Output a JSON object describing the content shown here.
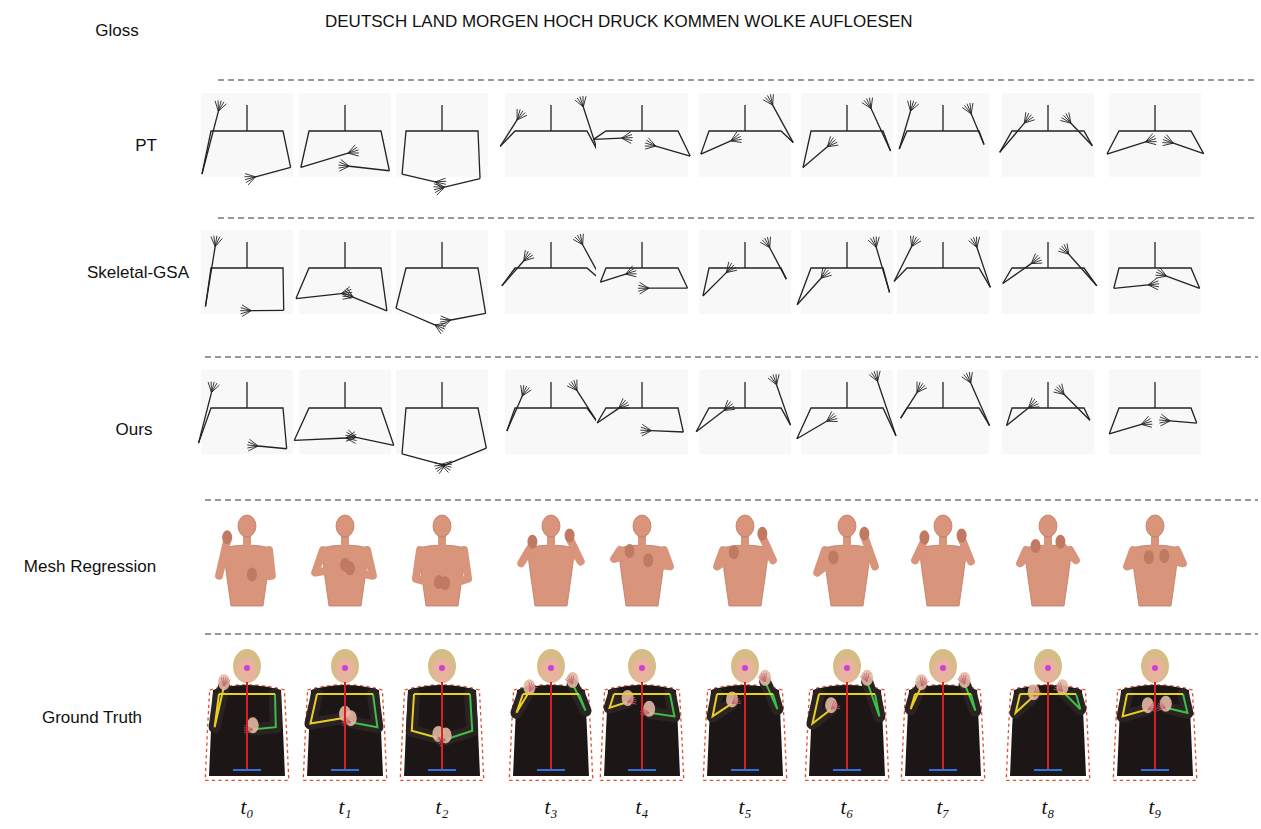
{
  "diagram": {
    "labels": [
      "Gloss",
      "DEUTSCH LAND MORGEN HOCH DRUCK KOMMEN WOLKE AUFLOESEN",
      "PT",
      "Skeletal-GSA",
      "Ours",
      "Mesh Regression",
      "Ground Truth",
      "t₀",
      "t₁",
      "t₂",
      "t₃",
      "t₄",
      "t₅",
      "t₆",
      "t₇",
      "t₈",
      "t₉"
    ]
  }
}
